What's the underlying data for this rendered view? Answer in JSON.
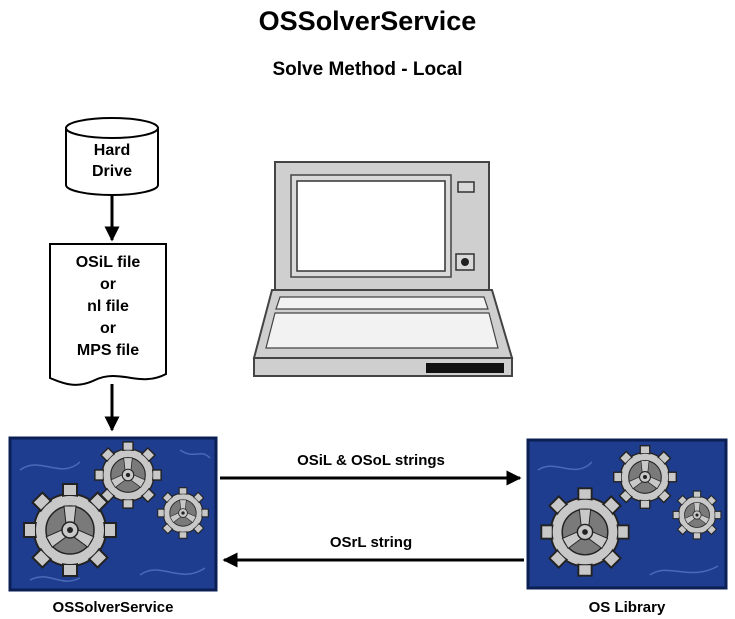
{
  "title": "OSSolverService",
  "subtitle": "Solve Method - Local",
  "hard_drive": {
    "lines": [
      "Hard",
      "Drive"
    ]
  },
  "file_doc": {
    "lines": [
      "OSiL file",
      "or",
      "nl file",
      "or",
      "MPS file"
    ]
  },
  "edges": {
    "request": "OSiL & OSoL strings",
    "response": "OSrL string"
  },
  "nodes": {
    "left": "OSSolverService",
    "right": "OS Library"
  },
  "colors": {
    "gear_panel": "#1e3d8f",
    "gear_fill": "#c8c8c8",
    "gear_dark": "#7a7a7a",
    "laptop_body": "#cfcfcf"
  }
}
